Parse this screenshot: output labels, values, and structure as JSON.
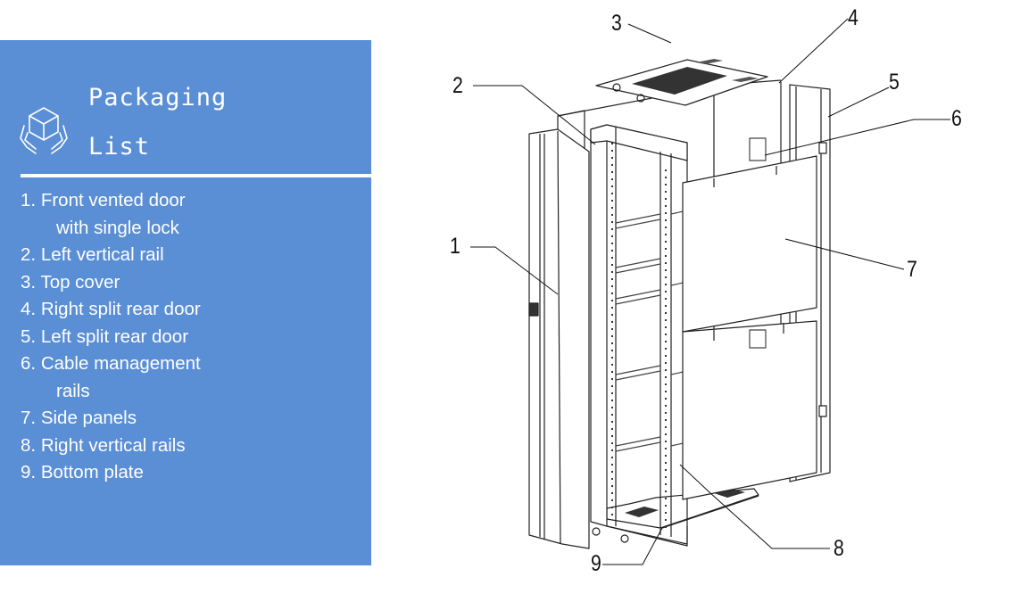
{
  "panel": {
    "icon": "package-in-hands-icon",
    "title_line1": "Packaging",
    "title_line2": "List",
    "background_color": "#5a8ed5",
    "items": [
      {
        "number": "1.",
        "label": "Front vented door",
        "continuation": "with single lock"
      },
      {
        "number": "2.",
        "label": "Left vertical rail"
      },
      {
        "number": "3.",
        "label": "Top cover"
      },
      {
        "number": "4.",
        "label": "Right split rear door"
      },
      {
        "number": "5.",
        "label": "Left split rear door"
      },
      {
        "number": "6.",
        "label": "Cable management",
        "continuation": "rails"
      },
      {
        "number": "7.",
        "label": "Side panels"
      },
      {
        "number": "8.",
        "label": "Right vertical rails"
      },
      {
        "number": "9.",
        "label": "Bottom plate"
      }
    ]
  },
  "diagram": {
    "subject": "exploded-server-rack-cabinet",
    "callouts": [
      "1",
      "2",
      "3",
      "4",
      "5",
      "6",
      "7",
      "8",
      "9"
    ]
  }
}
